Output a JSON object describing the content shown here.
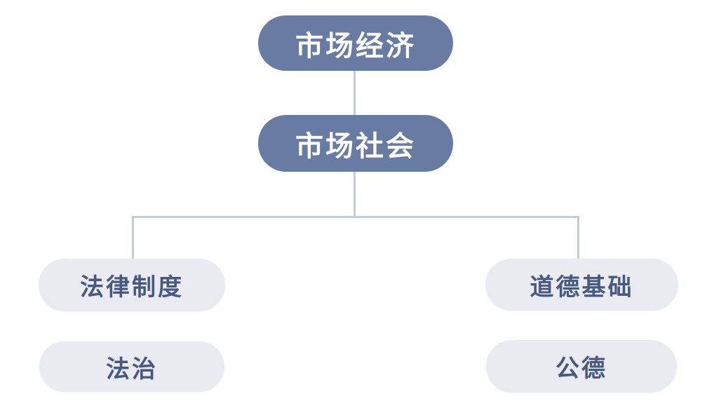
{
  "diagram": {
    "type": "hierarchy",
    "colors": {
      "background": "#ffffff",
      "primary_node_bg": "#687CA3",
      "primary_node_text": "#ffffff",
      "secondary_node_bg": "#E9EBF0",
      "secondary_node_text": "#47597F",
      "connector": "#C2CCD6"
    },
    "nodes": {
      "root": {
        "label": "市场经济",
        "style": "primary"
      },
      "child": {
        "label": "市场社会",
        "style": "primary"
      },
      "left_branch": {
        "label": "法律制度",
        "style": "secondary"
      },
      "right_branch": {
        "label": "道德基础",
        "style": "secondary"
      },
      "left_leaf": {
        "label": "法治",
        "style": "secondary"
      },
      "right_leaf": {
        "label": "公德",
        "style": "secondary"
      }
    },
    "edges": [
      {
        "from": "市场经济",
        "to": "市场社会"
      },
      {
        "from": "市场社会",
        "to": "法律制度"
      },
      {
        "from": "市场社会",
        "to": "道德基础"
      }
    ]
  }
}
